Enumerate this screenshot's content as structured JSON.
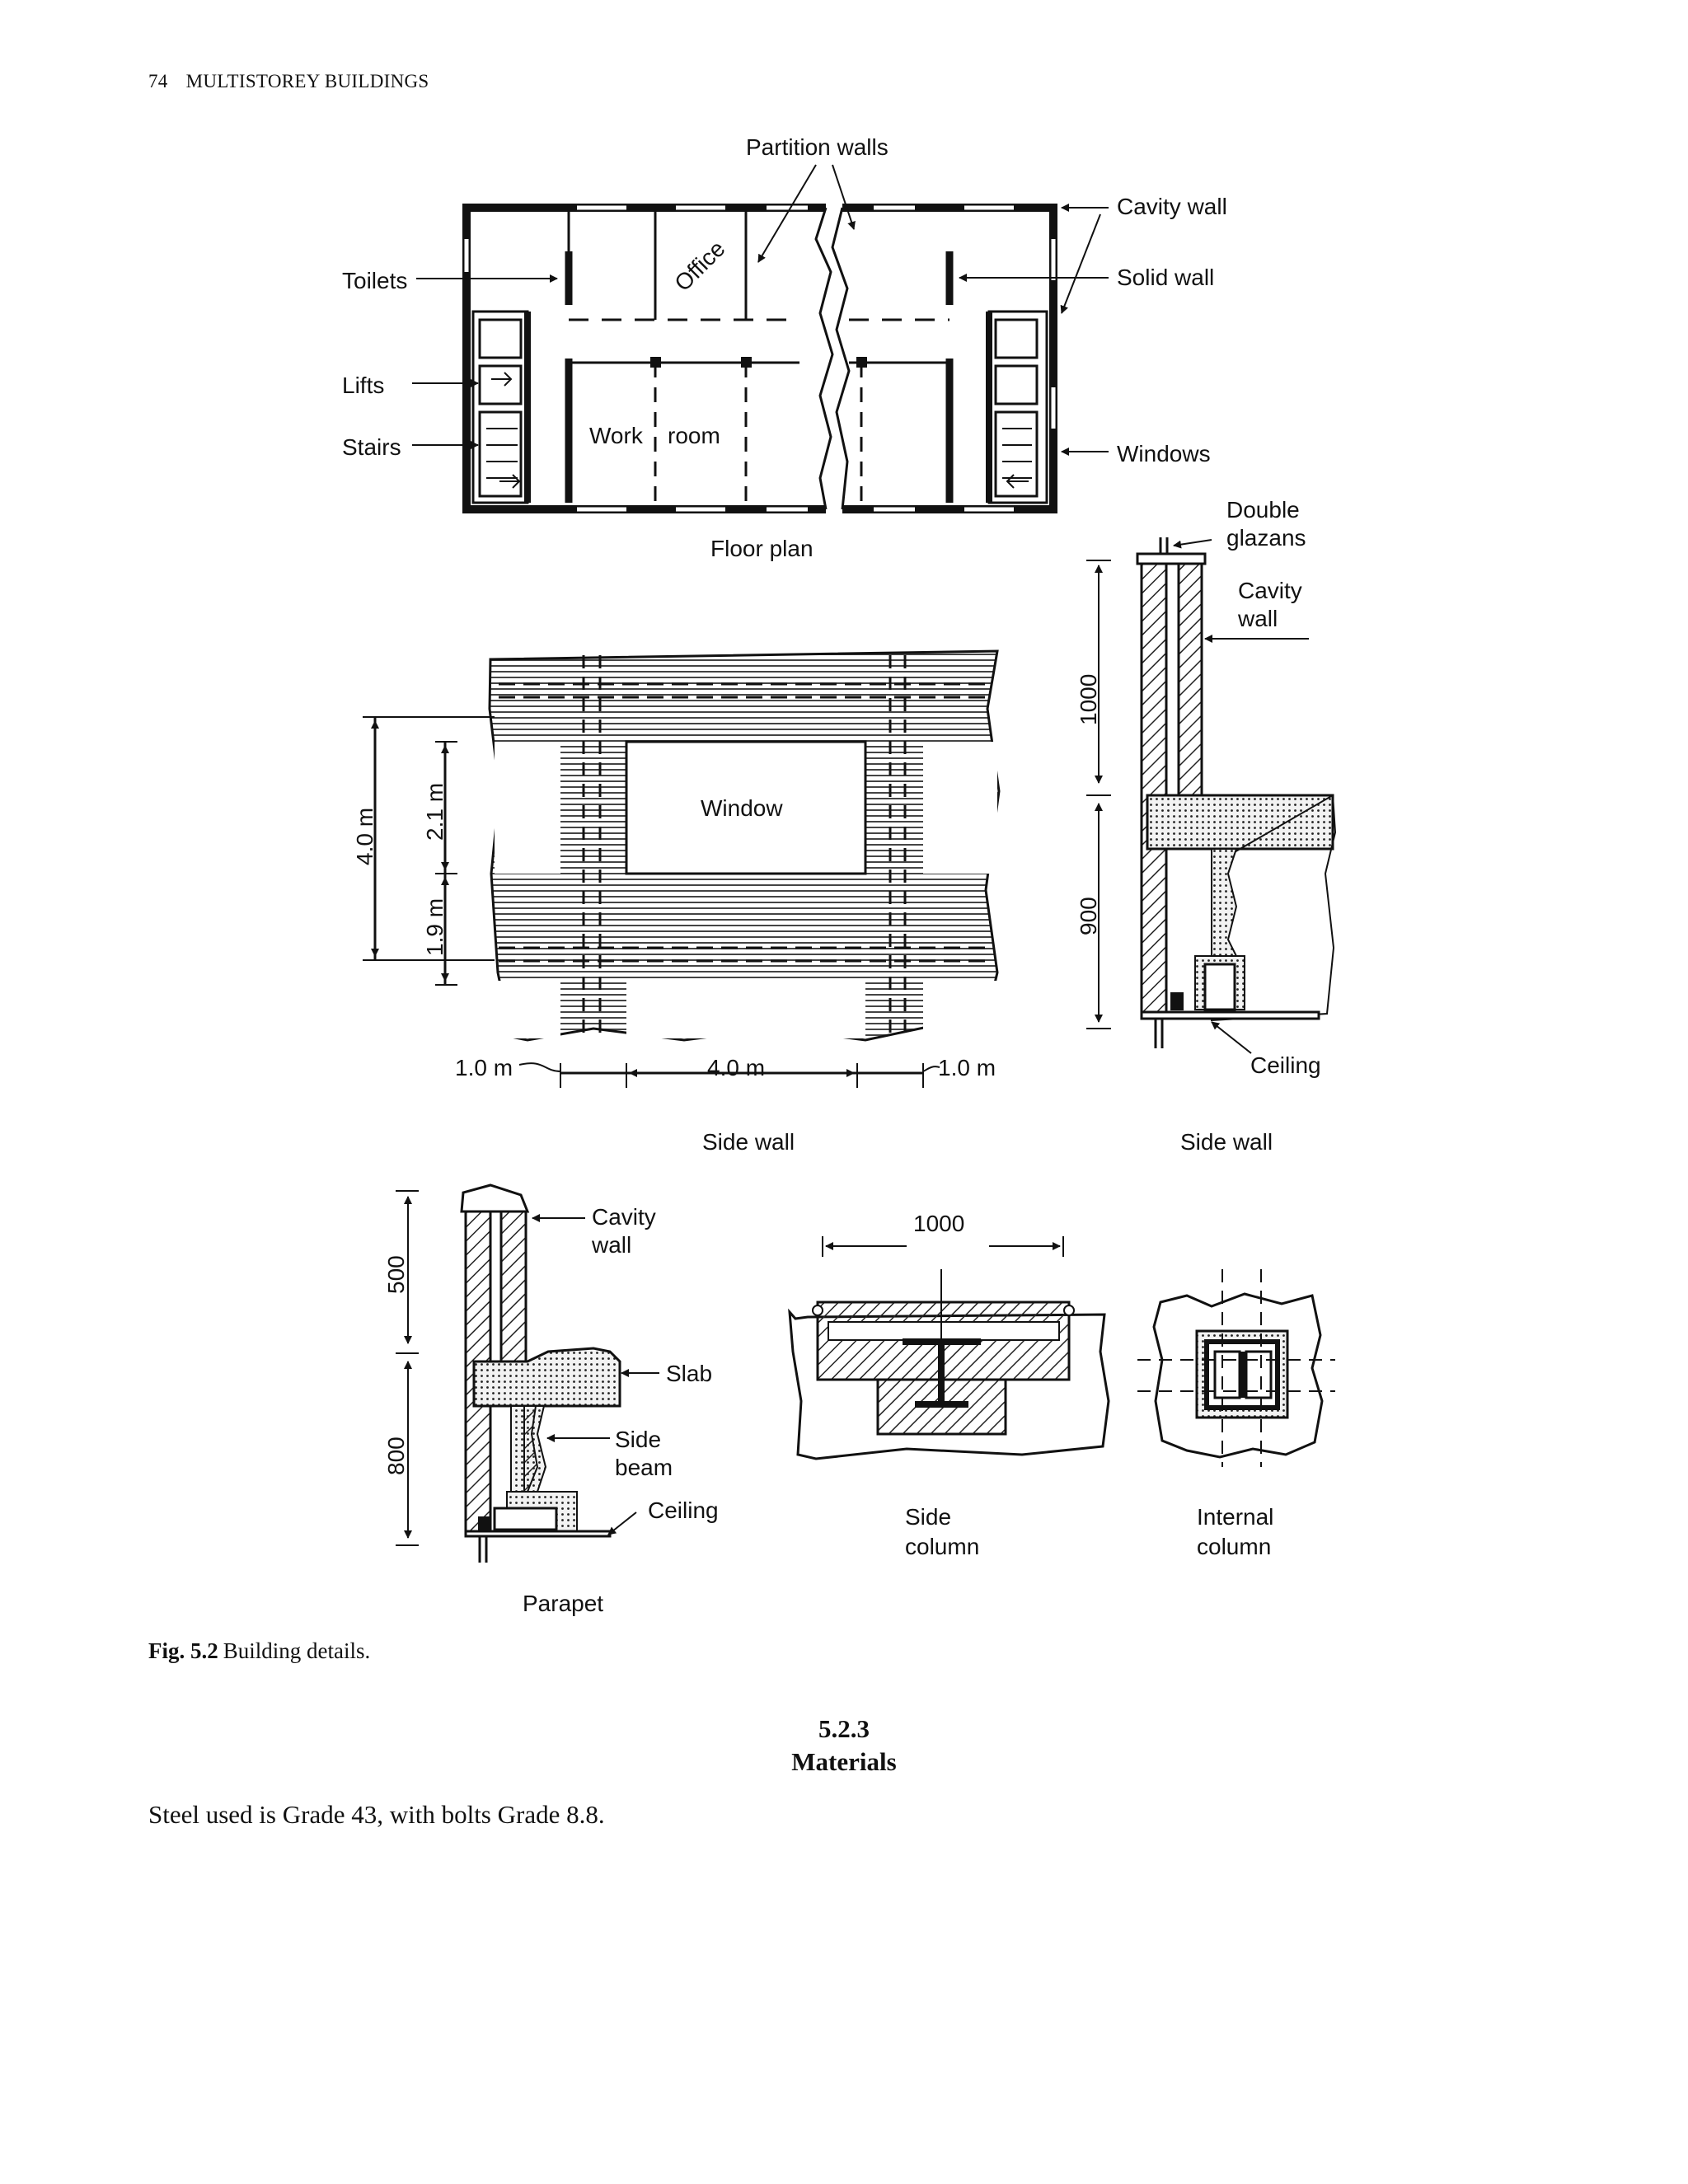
{
  "header": {
    "page_number": "74",
    "running_title": "MULTISTOREY BUILDINGS"
  },
  "figure": {
    "floor_plan": {
      "title": "Floor plan",
      "partition_walls": "Partition walls",
      "cavity_wall": "Cavity wall",
      "solid_wall": "Solid wall",
      "windows": "Windows",
      "toilets": "Toilets",
      "lifts": "Lifts",
      "stairs": "Stairs",
      "office": "Office",
      "work": "Work",
      "room": "room"
    },
    "side_wall_elevation": {
      "title": "Side wall",
      "window": "Window",
      "dim_total_height": "4.0 m",
      "dim_upper": "2.1 m",
      "dim_lower": "1.9 m",
      "dim_left": "1.0 m",
      "dim_mid": "4.0 m",
      "dim_right": "1.0 m"
    },
    "side_wall_section": {
      "title": "Side wall",
      "double_line1": "Double",
      "double_line2": "glazans",
      "cavity_line1": "Cavity",
      "cavity_line2": "wall",
      "dim_upper": "1000",
      "dim_lower": "900",
      "ceiling": "Ceiling"
    },
    "parapet": {
      "title": "Parapet",
      "cavity_line1": "Cavity",
      "cavity_line2": "wall",
      "slab": "Slab",
      "side_beam_line1": "Side",
      "side_beam_line2": "beam",
      "ceiling": "Ceiling",
      "dim_upper": "500",
      "dim_lower": "800"
    },
    "side_column": {
      "title_line1": "Side",
      "title_line2": "column",
      "dim": "1000"
    },
    "internal_column": {
      "title_line1": "Internal",
      "title_line2": "column"
    }
  },
  "caption": {
    "label": "Fig. 5.2",
    "text": "Building details."
  },
  "section": {
    "number": "5.2.3",
    "title": "Materials"
  },
  "body": {
    "paragraph": "Steel used is Grade 43, with bolts Grade 8.8."
  }
}
